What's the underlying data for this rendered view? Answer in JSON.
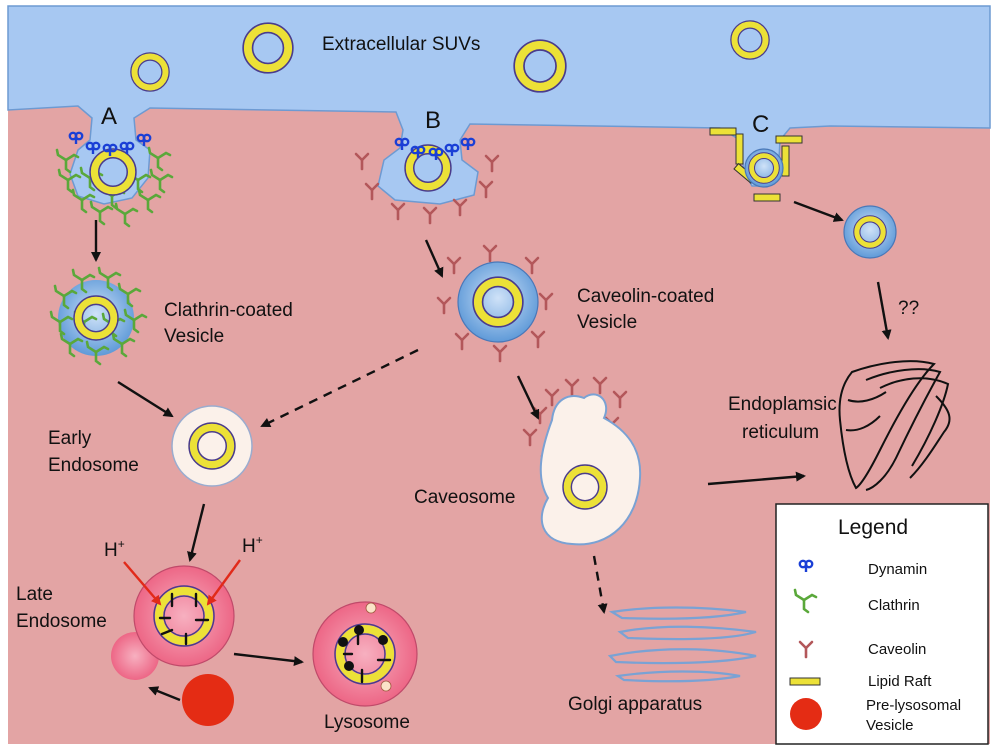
{
  "labels": {
    "extracellular": "Extracellular SUVs",
    "pathway_a": "A",
    "pathway_b": "B",
    "pathway_c": "C",
    "clathrin_vesicle_1": "Clathrin-coated",
    "clathrin_vesicle_2": "Vesicle",
    "caveolin_vesicle_1": "Caveolin-coated",
    "caveolin_vesicle_2": "Vesicle",
    "early_endosome_1": "Early",
    "early_endosome_2": "Endosome",
    "late_endosome_1": "Late",
    "late_endosome_2": "Endosome",
    "lysosome": "Lysosome",
    "caveosome": "Caveosome",
    "golgi": "Golgi apparatus",
    "er_1": "Endoplamsic",
    "er_2": "reticulum",
    "unknown": "??",
    "proton": "H",
    "proton_sup": "+"
  },
  "legend": {
    "title": "Legend",
    "items": [
      {
        "label": "Dynamin",
        "icon": "dynamin-icon"
      },
      {
        "label": "Clathrin",
        "icon": "clathrin-icon"
      },
      {
        "label": "Caveolin",
        "icon": "caveolin-icon"
      },
      {
        "label": "Lipid Raft",
        "icon": "lipid-raft-icon"
      },
      {
        "label": "Pre-lysosomal",
        "label2": "Vesicle",
        "icon": "pre-lysosomal-vesicle-icon"
      }
    ]
  },
  "colors": {
    "extracellular": "#a7c8f2",
    "cytoplasm": "#e3a4a4",
    "suv_ring": "#ece137",
    "suv_outline": "#4a3c8c",
    "dynamin": "#1a3fd6",
    "clathrin": "#5aa83a",
    "caveolin": "#b3575a",
    "vesicle_blue": "#6ea6e0",
    "endosome": "#fbf1ea",
    "late_endosome": "#ee6e8c",
    "pre_lysosomal": "#e42c14",
    "golgi": "#7aa2d4"
  }
}
